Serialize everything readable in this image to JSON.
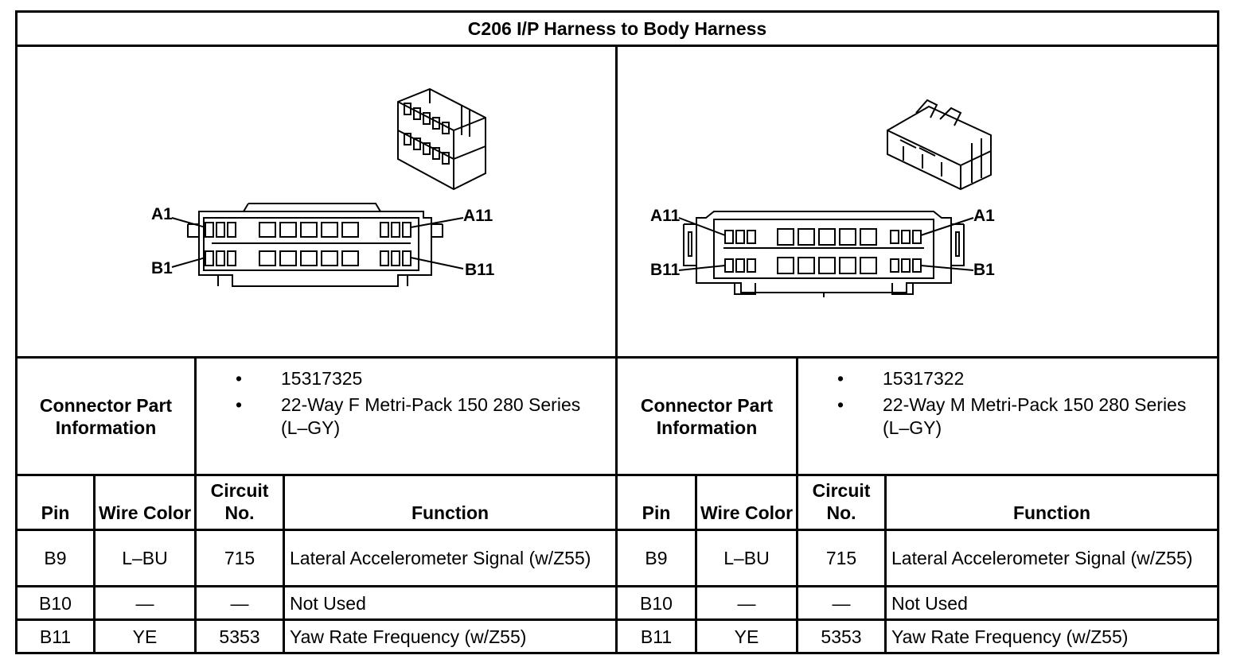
{
  "title": "C206 I/P Harness to Body Harness",
  "connectors": [
    {
      "labels": {
        "top_left": "A1",
        "top_right": "A11",
        "bottom_left": "B1",
        "bottom_right": "B11"
      },
      "part_info_label": "Connector Part Information",
      "part_info": [
        "15317325",
        "22-Way F Metri-Pack 150 280 Series (L–GY)"
      ],
      "headers": {
        "pin": "Pin",
        "wire_color": "Wire Color",
        "circuit_no": "Circuit No.",
        "function": "Function"
      },
      "rows": [
        {
          "pin": "B9",
          "wire_color": "L–BU",
          "circuit_no": "715",
          "function": "Lateral Accelerometer Signal (w/Z55)"
        },
        {
          "pin": "B10",
          "wire_color": "—",
          "circuit_no": "—",
          "function": "Not Used"
        },
        {
          "pin": "B11",
          "wire_color": "YE",
          "circuit_no": "5353",
          "function": "Yaw Rate Frequency (w/Z55)"
        }
      ]
    },
    {
      "labels": {
        "top_left": "A11",
        "top_right": "A1",
        "bottom_left": "B11",
        "bottom_right": "B1"
      },
      "part_info_label": "Connector Part Information",
      "part_info": [
        "15317322",
        "22-Way M Metri-Pack 150 280 Series (L–GY)"
      ],
      "headers": {
        "pin": "Pin",
        "wire_color": "Wire Color",
        "circuit_no": "Circuit No.",
        "function": "Function"
      },
      "rows": [
        {
          "pin": "B9",
          "wire_color": "L–BU",
          "circuit_no": "715",
          "function": "Lateral Accelerometer Signal (w/Z55)"
        },
        {
          "pin": "B10",
          "wire_color": "—",
          "circuit_no": "—",
          "function": "Not Used"
        },
        {
          "pin": "B11",
          "wire_color": "YE",
          "circuit_no": "5353",
          "function": "Yaw Rate Frequency (w/Z55)"
        }
      ]
    }
  ]
}
